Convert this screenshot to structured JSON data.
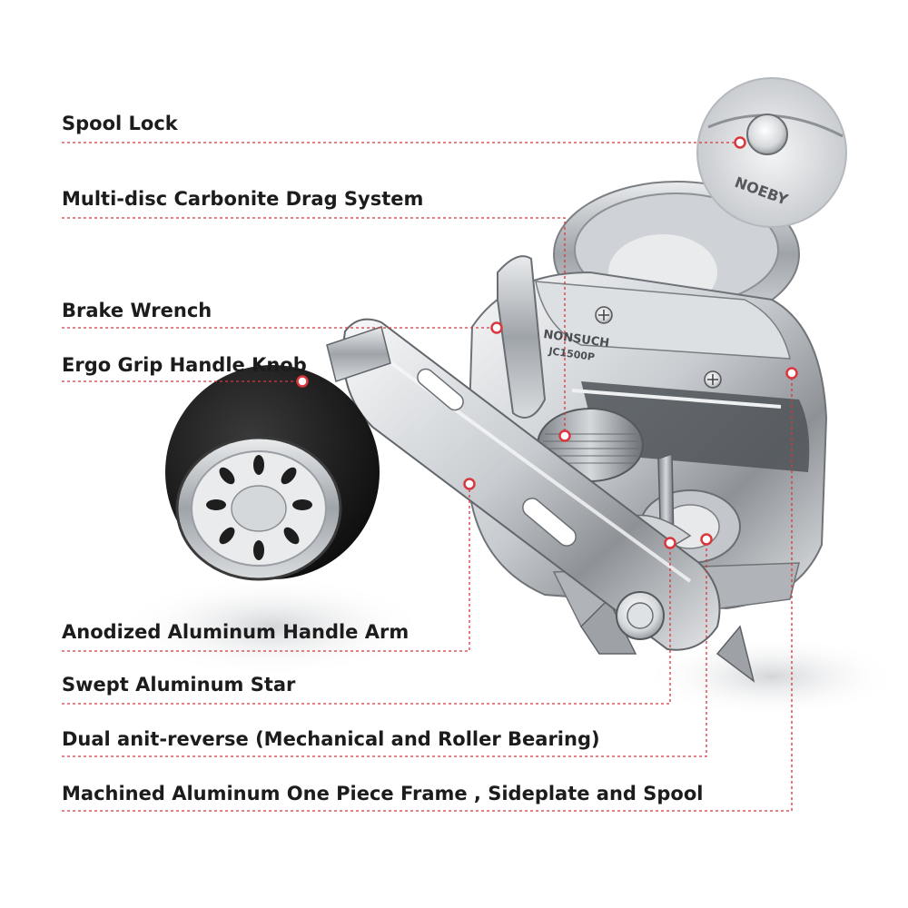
{
  "callouts": [
    {
      "label": "Spool Lock"
    },
    {
      "label": "Multi-disc Carbonite Drag System"
    },
    {
      "label": "Brake Wrench"
    },
    {
      "label": "Ergo Grip Handle Knob"
    },
    {
      "label": "Anodized Aluminum Handle Arm"
    },
    {
      "label": "Swept Aluminum Star"
    },
    {
      "label": "Dual anit-reverse (Mechanical and Roller Bearing)"
    },
    {
      "label": "Machined Aluminum One Piece Frame , Sideplate and Spool"
    }
  ],
  "product": {
    "brand_text": "NONSUCH",
    "model_text": "JC1500P",
    "inset_text": "NOEBY"
  },
  "colors": {
    "leader_line": "#d9363e",
    "marker_fill": "#ffffff",
    "label_text": "#1c1c1c",
    "metal_light": "#eef0f2",
    "metal_mid": "#b9bdc2",
    "metal_dark": "#5d6166",
    "knob_black": "#1a1a1a"
  }
}
